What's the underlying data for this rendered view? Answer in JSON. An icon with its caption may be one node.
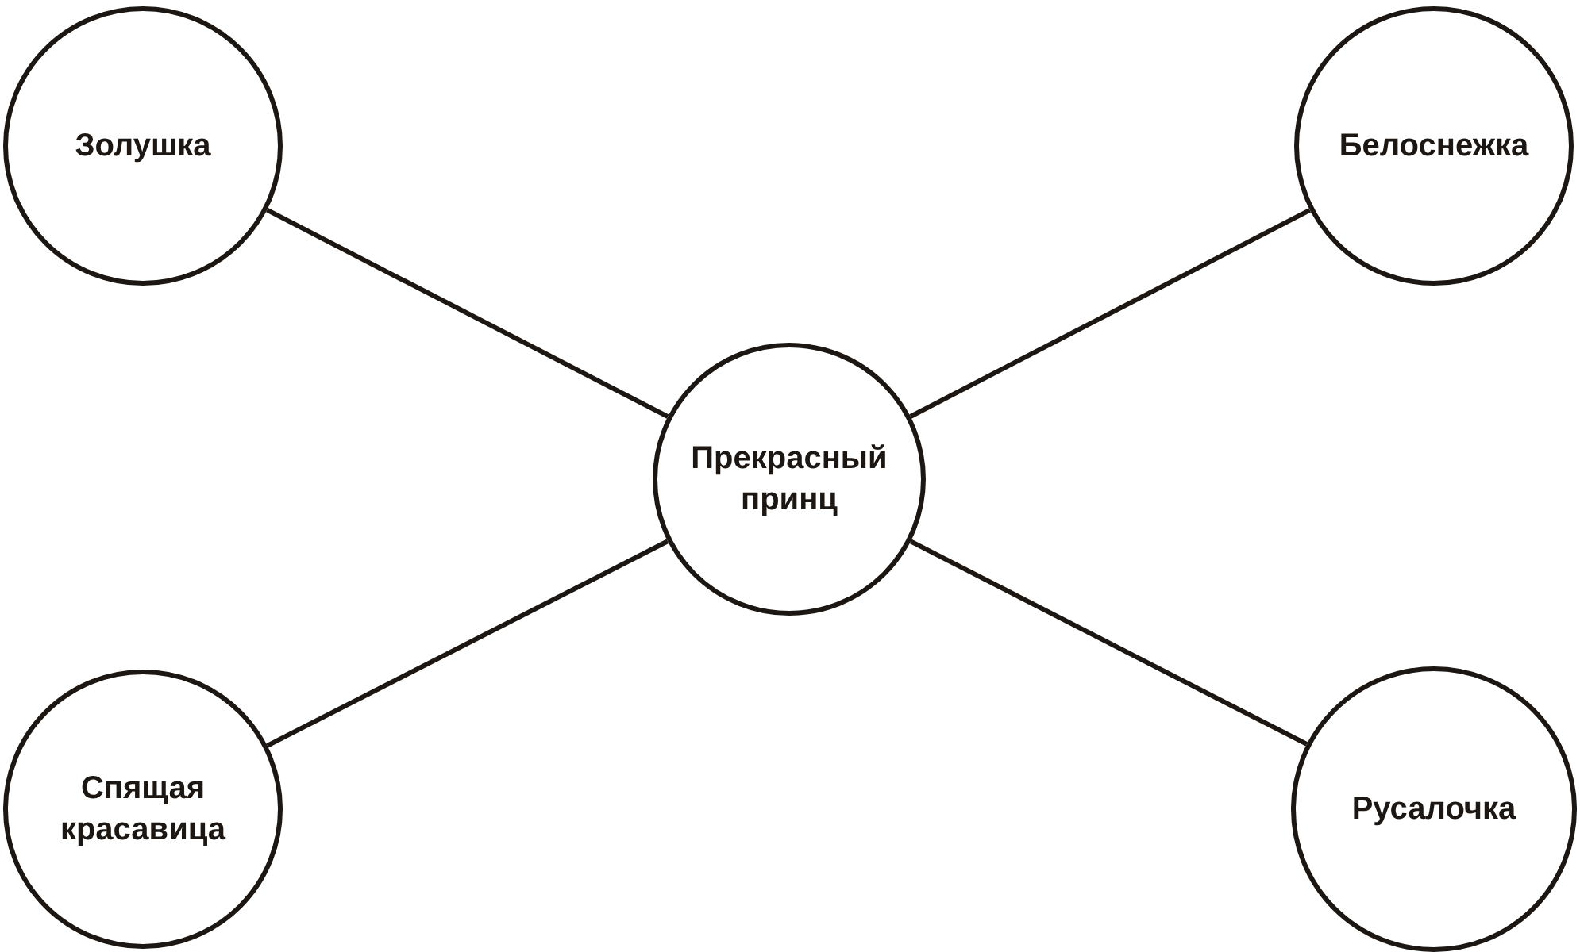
{
  "diagram": {
    "nodes": [
      {
        "text": [
          "Золушка"
        ]
      },
      {
        "text": [
          "Белоснежка"
        ]
      },
      {
        "text": [
          "Прекрасный принц"
        ]
      },
      {
        "text": [
          "Спящая красавица"
        ]
      },
      {
        "text": [
          "Русалочка"
        ]
      }
    ],
    "edges": [
      {
        "from": 0,
        "to": 2,
        "arrow": "none"
      },
      {
        "from": 1,
        "to": 2,
        "arrow": "none"
      },
      {
        "from": 3,
        "to": 2,
        "arrow": "none"
      },
      {
        "from": 4,
        "to": 2,
        "arrow": "none"
      }
    ]
  }
}
